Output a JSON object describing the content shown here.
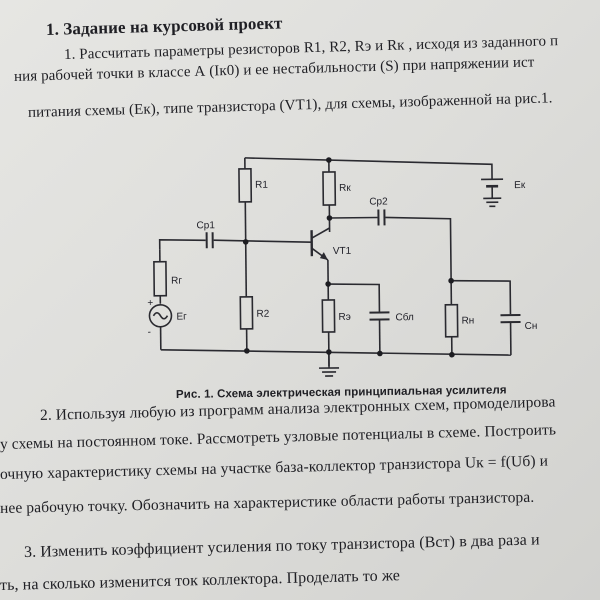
{
  "section": {
    "title": "1. Задание на курсовой проект",
    "lines": [
      "1. Рассчитать параметры резисторов R1, R2, Rэ и Rк , исходя из заданного п",
      "ния рабочей точки в классе А (Iк0) и ее нестабильности (S) при напряжении ист",
      "питания схемы (Eк), типе транзистора (VT1), для схемы, изображенной на рис.1."
    ]
  },
  "figure": {
    "labels": {
      "r1": "R1",
      "rk": "Rк",
      "ek": "Eк",
      "cp2": "Cp2",
      "cp1": "Cp1",
      "vt1": "VT1",
      "rg": "Rг",
      "eg": "Eг",
      "r2": "R2",
      "re": "Rэ",
      "cbl": "Cбл",
      "rn": "Rн",
      "cn": "Cн",
      "plus": "+",
      "minus": "-"
    },
    "caption": "Рис. 1. Схема электрическая принципиальная усилителя"
  },
  "tasks": {
    "line1": "2. Используя любую из программ анализа электронных схем, промоделирова",
    "line2": "у схемы на постоянном токе. Рассмотреть узловые потенциалы в схеме. Построить",
    "line3": "очную характеристику схемы на участке база-коллектор транзистора Uк = f(Uб) и",
    "line4": "нее рабочую точку. Обозначить на характеристике области работы транзистора.",
    "line5": "3. Изменить коэффициент усиления по току транзистора (Bст) в два раза и",
    "line6": "ть, на сколько изменится ток коллектора. Проделать то же"
  }
}
